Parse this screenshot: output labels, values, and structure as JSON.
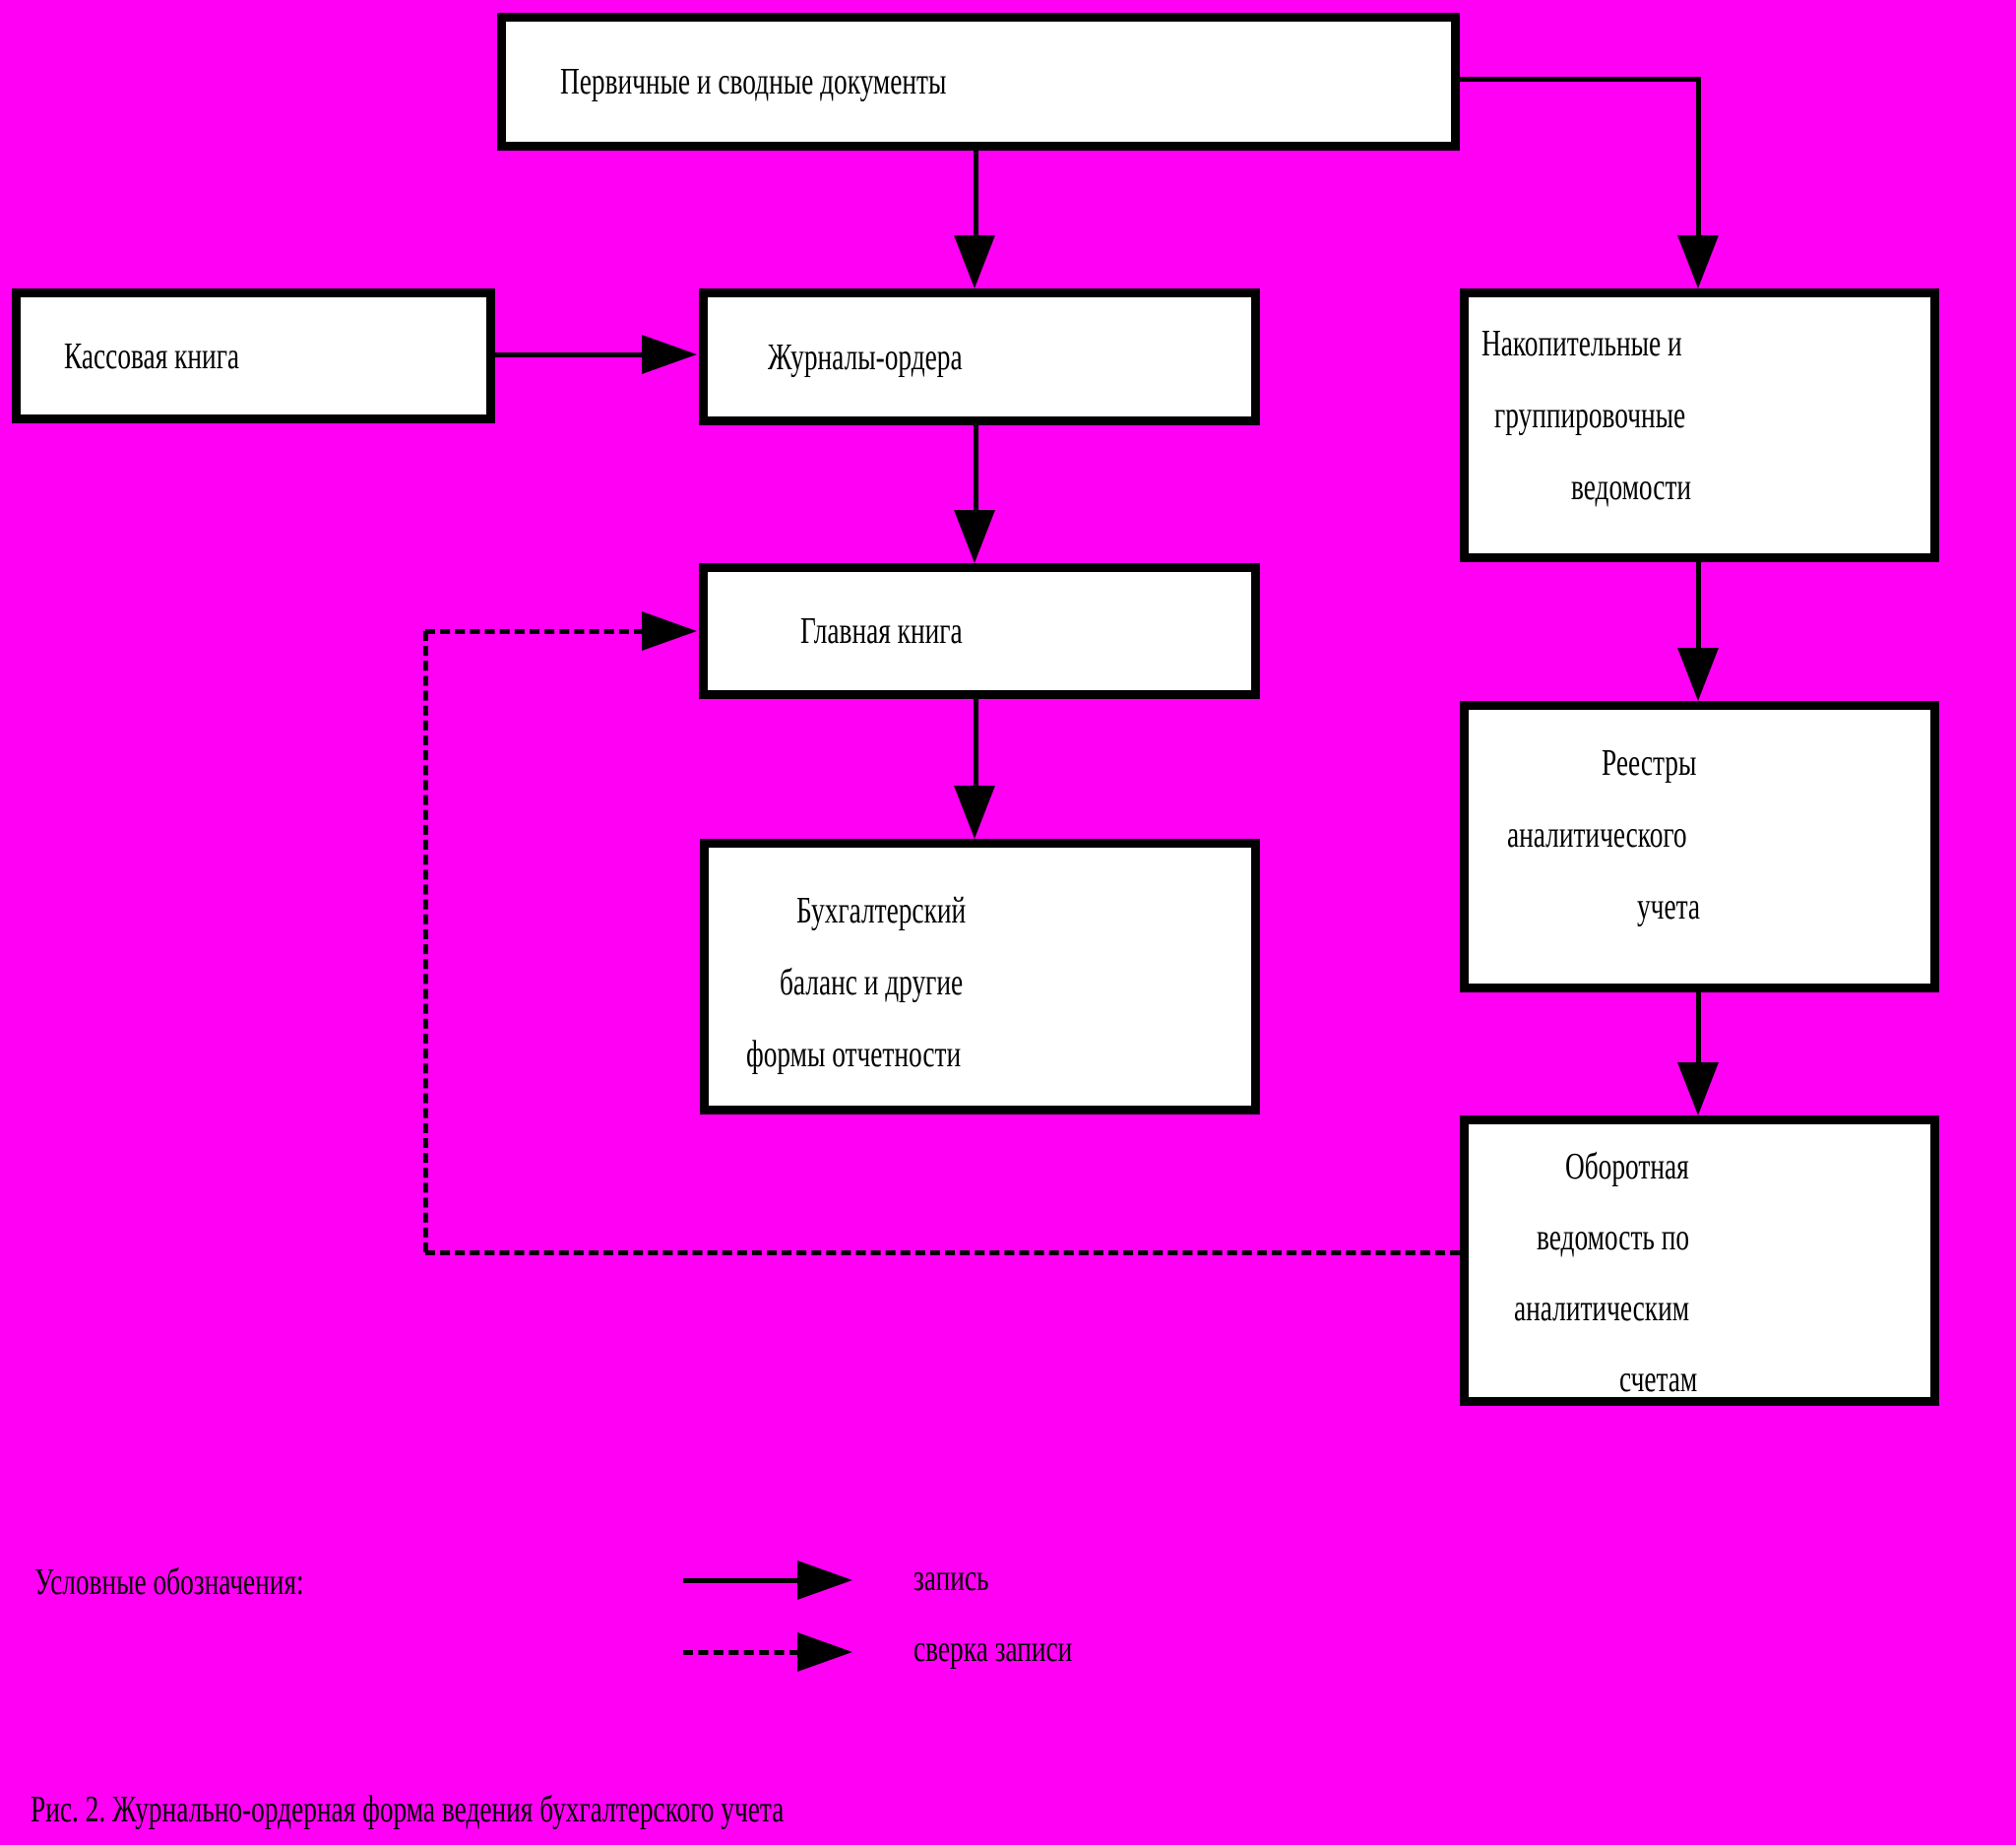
{
  "colors": {
    "background": "#FF00F5",
    "box_fill": "#FFFFFF",
    "stroke": "#000000",
    "text": "#000000"
  },
  "nodes": {
    "primary_documents": {
      "label": "Первичные и сводные документы"
    },
    "cash_book": {
      "label": "Кассовая книга"
    },
    "journal_orders": {
      "label": "Журналы-ордера"
    },
    "general_ledger": {
      "label": "Главная книга"
    },
    "balance_sheet": {
      "lines": [
        "Бухгалтерский",
        "баланс и другие",
        "формы отчетности"
      ]
    },
    "cumulative_sheets": {
      "lines": [
        "Накопительные и",
        "группировочные",
        "ведомости"
      ]
    },
    "analytical_registers": {
      "lines": [
        "Реестры",
        "аналитического",
        "учета"
      ]
    },
    "turnover_sheet": {
      "lines": [
        "Оборотная",
        "ведомость по",
        "аналитическим",
        "счетам"
      ]
    }
  },
  "legend": {
    "title": "Условные обозначения:",
    "items": [
      {
        "symbol": "solid-arrow",
        "label": "запись"
      },
      {
        "symbol": "dashed-arrow",
        "label": "сверка записи"
      }
    ]
  },
  "caption": "Рис. 2. Журнально-ордерная форма ведения бухгалтерского учета"
}
